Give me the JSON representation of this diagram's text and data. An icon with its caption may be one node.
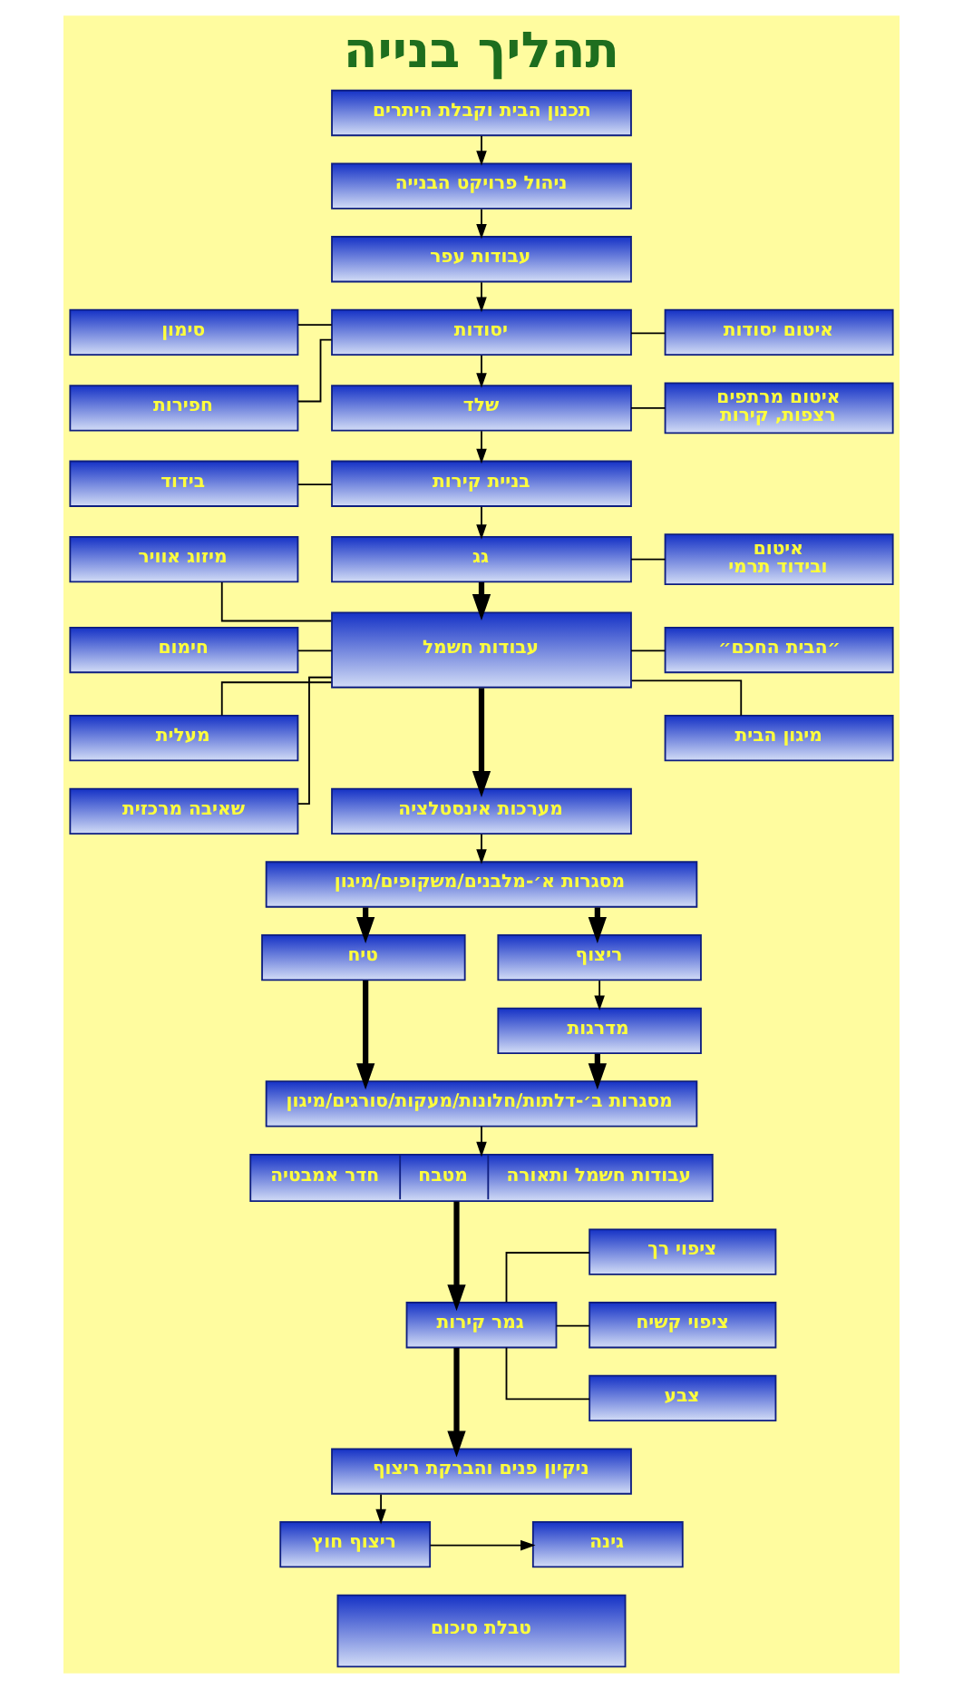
{
  "diagram": {
    "title": "תהליך בנייה",
    "nodes": [
      {
        "text": [
          "תכנון הבית וקבלת היתרים"
        ]
      },
      {
        "text": [
          "ניהול פרויקט הבנייה"
        ]
      },
      {
        "text": [
          "עבודות עפר"
        ]
      },
      {
        "text": [
          "איטום יסודות"
        ]
      },
      {
        "text": [
          "יסודות"
        ]
      },
      {
        "text": [
          "סימון"
        ]
      },
      {
        "text": [
          "איטום מרתפים רצפות, קירות"
        ]
      },
      {
        "text": [
          "שלד"
        ]
      },
      {
        "text": [
          "חפירות"
        ]
      },
      {
        "text": [
          "בניית קירות"
        ]
      },
      {
        "text": [
          "בידוד"
        ]
      },
      {
        "text": [
          "איטום ובידוד תרמי"
        ]
      },
      {
        "text": [
          "גג"
        ]
      },
      {
        "text": [
          "מיזוג אוויר"
        ]
      },
      {
        "text": [
          "״הבית החכם״"
        ]
      },
      {
        "text": [
          "עבודות חשמל"
        ]
      },
      {
        "text": [
          "חימום"
        ]
      },
      {
        "text": [
          "מיגון הבית"
        ]
      },
      {
        "text": [
          "מעלית"
        ]
      },
      {
        "text": [
          "שאיבה מרכזית"
        ]
      },
      {
        "text": [
          "מערכות אינסטלציה"
        ]
      },
      {
        "text": [
          "מסגרות א׳-מלבנים/משקופים/מיגון"
        ]
      },
      {
        "text": [
          "ריצוף"
        ]
      },
      {
        "text": [
          "טיח"
        ]
      },
      {
        "text": [
          "מדרגות"
        ]
      },
      {
        "text": [
          "מסגרות ב׳-דלתות/חלונות/מעקות/סורגים/מיגון"
        ]
      },
      {
        "text": [
          "עבודות חשמל ותאורה",
          "מטבח",
          "חדר אמבטיה"
        ]
      },
      {
        "text": [
          "ציפוי רך"
        ]
      },
      {
        "text": [
          "גמר קירות"
        ]
      },
      {
        "text": [
          "ציפוי קשיח"
        ]
      },
      {
        "text": [
          "צבע"
        ]
      },
      {
        "text": [
          "ניקיון פנים והברקת ריצוף"
        ]
      },
      {
        "text": [
          "גינה"
        ]
      },
      {
        "text": [
          "ריצוף חוץ"
        ]
      },
      {
        "text": [
          "טבלת סיכום"
        ]
      }
    ],
    "edges": [
      {
        "from": 0,
        "to": 1,
        "arrow": "to"
      },
      {
        "from": 1,
        "to": 2,
        "arrow": "to"
      },
      {
        "from": 2,
        "to": 4,
        "arrow": "to"
      },
      {
        "from": 4,
        "to": 3,
        "arrow": "none"
      },
      {
        "from": 5,
        "to": 4,
        "arrow": "none"
      },
      {
        "from": 4,
        "to": 8,
        "arrow": "none"
      },
      {
        "from": 4,
        "to": 7,
        "arrow": "to"
      },
      {
        "from": 7,
        "to": 6,
        "arrow": "none"
      },
      {
        "from": 7,
        "to": 9,
        "arrow": "to"
      },
      {
        "from": 10,
        "to": 9,
        "arrow": "none"
      },
      {
        "from": 9,
        "to": 12,
        "arrow": "to"
      },
      {
        "from": 12,
        "to": 11,
        "arrow": "none"
      },
      {
        "from": 12,
        "to": 15,
        "arrow": "to",
        "style": "thick"
      },
      {
        "from": 13,
        "to": 15,
        "arrow": "none"
      },
      {
        "from": 15,
        "to": 14,
        "arrow": "none"
      },
      {
        "from": 16,
        "to": 15,
        "arrow": "none"
      },
      {
        "from": 15,
        "to": 17,
        "arrow": "none"
      },
      {
        "from": 15,
        "to": 18,
        "arrow": "none"
      },
      {
        "from": 15,
        "to": 19,
        "arrow": "none"
      },
      {
        "from": 15,
        "to": 20,
        "arrow": "to",
        "style": "thick"
      },
      {
        "from": 20,
        "to": 21,
        "arrow": "to"
      },
      {
        "from": 21,
        "to": 22,
        "arrow": "to",
        "style": "thick"
      },
      {
        "from": 21,
        "to": 23,
        "arrow": "to",
        "style": "thick"
      },
      {
        "from": 22,
        "to": 24,
        "arrow": "to"
      },
      {
        "from": 24,
        "to": 25,
        "arrow": "to",
        "style": "thick"
      },
      {
        "from": 23,
        "to": 25,
        "arrow": "to",
        "style": "thick"
      },
      {
        "from": 25,
        "to": 26,
        "arrow": "to"
      },
      {
        "from": 26,
        "to": 28,
        "arrow": "to",
        "style": "thick"
      },
      {
        "from": 27,
        "to": 28,
        "arrow": "none"
      },
      {
        "from": 28,
        "to": 29,
        "arrow": "none"
      },
      {
        "from": 28,
        "to": 30,
        "arrow": "none"
      },
      {
        "from": 28,
        "to": 31,
        "arrow": "to",
        "style": "thick"
      },
      {
        "from": 31,
        "to": 33,
        "arrow": "to"
      },
      {
        "from": 33,
        "to": 32,
        "arrow": "to"
      }
    ]
  }
}
